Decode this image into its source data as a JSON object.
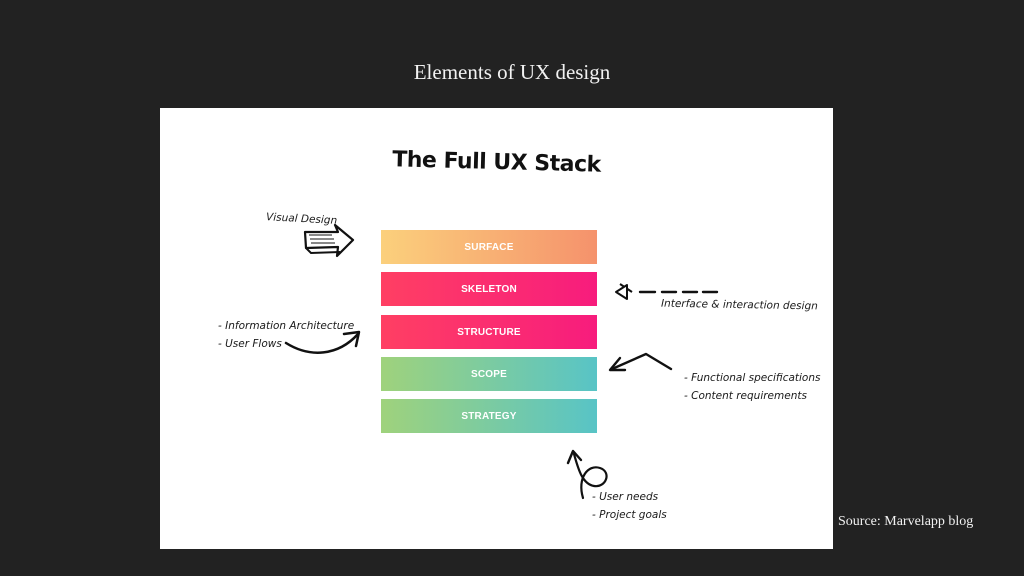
{
  "slide": {
    "title": "Elements of UX design",
    "source": "Source: Marvelapp blog"
  },
  "diagram": {
    "title": "The Full UX Stack",
    "layers": [
      {
        "id": "surface",
        "label": "SURFACE",
        "gradient": [
          "#fbd07c",
          "#f5926c"
        ]
      },
      {
        "id": "skeleton",
        "label": "SKELETON",
        "gradient": [
          "#ff3f63",
          "#f71c7d"
        ]
      },
      {
        "id": "structure",
        "label": "STRUCTURE",
        "gradient": [
          "#ff3f63",
          "#f71c7d"
        ]
      },
      {
        "id": "scope",
        "label": "SCOPE",
        "gradient": [
          "#9fd27c",
          "#58c4c6"
        ]
      },
      {
        "id": "strategy",
        "label": "STRATEGY",
        "gradient": [
          "#9fd27c",
          "#58c4c6"
        ]
      }
    ],
    "annotations": {
      "visual_design": "Visual Design",
      "information_architecture": [
        "- Information Architecture",
        "- User Flows"
      ],
      "interface_design": "Interface & interaction design",
      "functional": [
        "- Functional specifications",
        "- Content requirements"
      ],
      "strategy_notes": [
        "- User needs",
        "- Project goals"
      ]
    }
  },
  "colors": {
    "background": "#222222",
    "panel": "#ffffff",
    "ink": "#1a1a1a"
  }
}
